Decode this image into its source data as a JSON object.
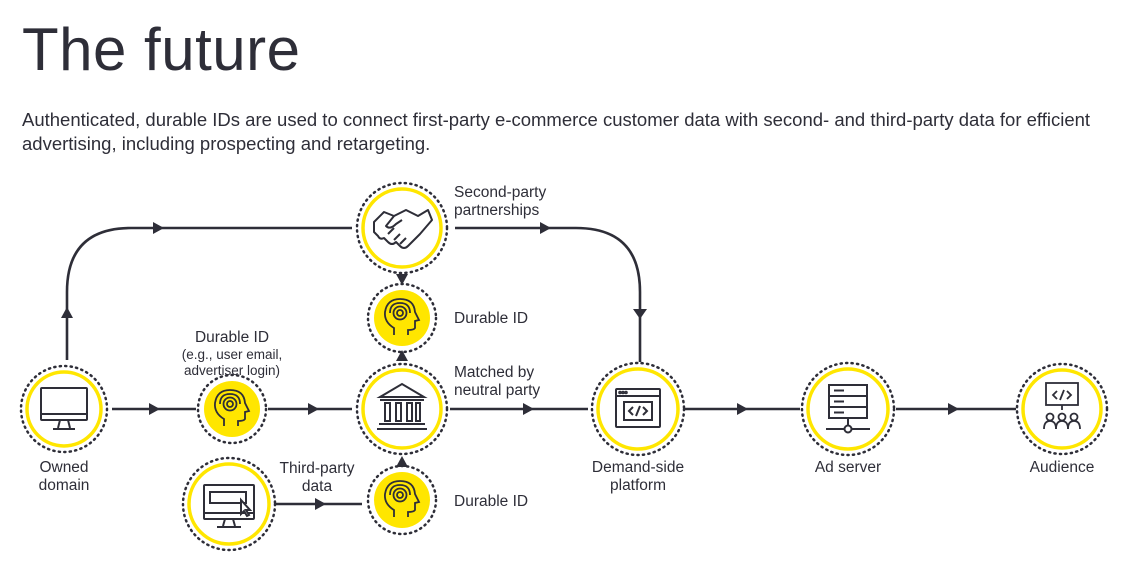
{
  "title": "The future",
  "subtitle": "Authenticated, durable IDs are used to connect first-party e-commerce customer data with second- and third-party data for efficient advertising, including prospecting and retargeting.",
  "colors": {
    "accent": "#ffe600",
    "ink": "#2e2e38"
  },
  "nodes": {
    "owned_domain": {
      "label_line1": "Owned",
      "label_line2": "domain",
      "icon": "monitor-icon"
    },
    "durable_id_main": {
      "label_line1": "Durable ID",
      "note_line1": "(e.g., user email,",
      "note_line2": "advertiser login)",
      "icon": "head-fingerprint-icon"
    },
    "neutral_party": {
      "label_line1": "Matched by",
      "label_line2": "neutral party",
      "icon": "bank-building-icon"
    },
    "second_party": {
      "label_line1": "Second-party",
      "label_line2": "partnerships",
      "icon": "handshake-icon"
    },
    "durable_id_top": {
      "label": "Durable ID",
      "icon": "head-fingerprint-icon"
    },
    "durable_id_bottom": {
      "label": "Durable ID",
      "icon": "head-fingerprint-icon"
    },
    "third_party": {
      "label_line1": "Third-party",
      "label_line2": "data",
      "icon": "browser-window-cursor-icon"
    },
    "dsp": {
      "label_line1": "Demand-side",
      "label_line2": "platform",
      "icon": "code-window-icon"
    },
    "ad_server": {
      "label": "Ad server",
      "icon": "server-rack-icon"
    },
    "audience": {
      "label": "Audience",
      "icon": "audience-screen-icon"
    }
  }
}
